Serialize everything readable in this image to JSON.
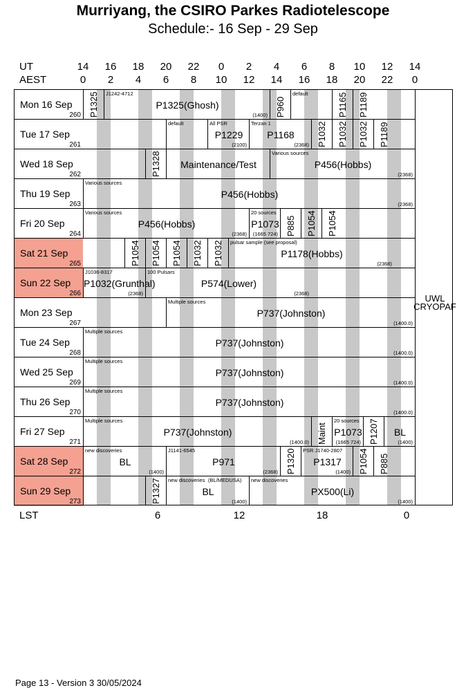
{
  "title": "Murriyang, the CSIRO Parkes Radiotelescope",
  "subtitle": "Schedule:- 16 Sep - 29 Sep",
  "ut_label": "UT",
  "aest_label": "AEST",
  "lst_label": "LST",
  "ut_ticks": [
    "14",
    "16",
    "18",
    "20",
    "22",
    "0",
    "2",
    "4",
    "6",
    "8",
    "10",
    "12",
    "14"
  ],
  "aest_ticks": [
    "0",
    "2",
    "4",
    "6",
    "8",
    "10",
    "12",
    "14",
    "16",
    "18",
    "20",
    "22",
    "0"
  ],
  "lst_ticks": [
    "6",
    "12",
    "18",
    "0"
  ],
  "receiver_note": [
    "UWL",
    "CRYOPAF"
  ],
  "footer": "Page 13 - Version 3  30/05/2024",
  "colors": {
    "weekend": "#f4a192",
    "green": "#98e08c",
    "grey": "#c8c8c8",
    "magenta": "#ee22dd",
    "lavender": "#c8c8f6",
    "pink": "#fac4f4",
    "orange": "#ffbb00"
  },
  "days": [
    {
      "name": "Mon  16 Sep",
      "doy": "260",
      "weekend": false
    },
    {
      "name": "Tue   17 Sep",
      "doy": "261",
      "weekend": false
    },
    {
      "name": "Wed  18 Sep",
      "doy": "262",
      "weekend": false
    },
    {
      "name": "Thu   19 Sep",
      "doy": "263",
      "weekend": false
    },
    {
      "name": "Fri    20 Sep",
      "doy": "264",
      "weekend": false
    },
    {
      "name": "Sat   21 Sep",
      "doy": "265",
      "weekend": true
    },
    {
      "name": "Sun  22 Sep",
      "doy": "266",
      "weekend": true
    },
    {
      "name": "Mon  23 Sep",
      "doy": "267",
      "weekend": false
    },
    {
      "name": "Tue   24 Sep",
      "doy": "268",
      "weekend": false
    },
    {
      "name": "Wed  25 Sep",
      "doy": "269",
      "weekend": false
    },
    {
      "name": "Thu   26 Sep",
      "doy": "270",
      "weekend": false
    },
    {
      "name": "Fri    27 Sep",
      "doy": "271",
      "weekend": false
    },
    {
      "name": "Sat   28 Sep",
      "doy": "272",
      "weekend": true
    },
    {
      "name": "Sun  29 Sep",
      "doy": "273",
      "weekend": true
    }
  ],
  "blocks": [
    {
      "day": 0,
      "start": 0,
      "end": 1,
      "label": "P1325",
      "vertical": true
    },
    {
      "day": 0,
      "start": 1,
      "end": 9,
      "label": "P1325(Ghosh)",
      "note": "J1242-4712",
      "freq": "(1400)"
    },
    {
      "day": 0,
      "start": 9,
      "end": 10,
      "label": "P960",
      "vertical": true
    },
    {
      "day": 0,
      "start": 10,
      "end": 12,
      "label": "",
      "note": "default"
    },
    {
      "day": 0,
      "start": 12,
      "end": 13,
      "label": "P1165",
      "vertical": true
    },
    {
      "day": 0,
      "start": 13,
      "end": 14,
      "label": "P1189",
      "vertical": true
    },
    {
      "day": 1,
      "start": 4,
      "end": 6,
      "label": "",
      "note": "default"
    },
    {
      "day": 1,
      "start": 6,
      "end": 8,
      "label": "P1229",
      "note": "All PSR",
      "freq": "(2100)"
    },
    {
      "day": 1,
      "start": 8,
      "end": 11,
      "label": "P1168",
      "note": "Terzan 1",
      "freq": "(2368)"
    },
    {
      "day": 1,
      "start": 11,
      "end": 12,
      "label": "P1032",
      "vertical": true
    },
    {
      "day": 1,
      "start": 12,
      "end": 13,
      "label": "P1032",
      "vertical": true
    },
    {
      "day": 1,
      "start": 13,
      "end": 14,
      "label": "P1032",
      "vertical": true
    },
    {
      "day": 1,
      "start": 14,
      "end": 15,
      "label": "P1189",
      "vertical": true
    },
    {
      "day": 2,
      "start": 3,
      "end": 4,
      "label": "P1328",
      "vertical": true
    },
    {
      "day": 2,
      "start": 4,
      "end": 9,
      "label": "Maintenance/Test"
    },
    {
      "day": 2,
      "start": 9,
      "end": 16,
      "label": "P456(Hobbs)",
      "note": "Various sources",
      "freq": "(2368)"
    },
    {
      "day": 3,
      "start": 0,
      "end": 16,
      "label": "P456(Hobbs)",
      "note": "Various sources",
      "freq": "(2368)"
    },
    {
      "day": 4,
      "start": 0,
      "end": 8,
      "label": "P456(Hobbs)",
      "note": "Various sources",
      "freq": "(2368)"
    },
    {
      "day": 4,
      "start": 8,
      "end": 9.5,
      "label": "P1073",
      "note": "20 sources",
      "freq": "(1665 724)"
    },
    {
      "day": 4,
      "start": 9.5,
      "end": 10.5,
      "label": "P885",
      "vertical": true
    },
    {
      "day": 4,
      "start": 10.5,
      "end": 11.5,
      "label": "P1054",
      "vertical": true
    },
    {
      "day": 4,
      "start": 11.5,
      "end": 12.5,
      "label": "P1054",
      "vertical": true
    },
    {
      "day": 5,
      "start": 2,
      "end": 3,
      "label": "P1054",
      "vertical": true
    },
    {
      "day": 5,
      "start": 3,
      "end": 4,
      "label": "P1054",
      "vertical": true
    },
    {
      "day": 5,
      "start": 4,
      "end": 5,
      "label": "P1054",
      "vertical": true
    },
    {
      "day": 5,
      "start": 5,
      "end": 6,
      "label": "P1032",
      "vertical": true
    },
    {
      "day": 5,
      "start": 6,
      "end": 7,
      "label": "P1032",
      "vertical": true
    },
    {
      "day": 5,
      "start": 7,
      "end": 15,
      "label": "P1178(Hobbs)",
      "note": "pulsar sample (see proposal)",
      "freq": "(2368)"
    },
    {
      "day": 6,
      "start": 0,
      "end": 3,
      "label": "P1032(Grunthal)",
      "note": "J1036-8317",
      "freq": "(2368)"
    },
    {
      "day": 6,
      "start": 3,
      "end": 11,
      "label": "P574(Lower)",
      "note": "100 Pulsars",
      "freq": "(2368)"
    },
    {
      "day": 7,
      "start": 4,
      "end": 16,
      "label": "P737(Johnston)",
      "note": "Multiple sources",
      "freq": "(1400.0)"
    },
    {
      "day": 8,
      "start": 0,
      "end": 16,
      "label": "P737(Johnston)",
      "note": "Multiple sources",
      "freq": "(1400.0)"
    },
    {
      "day": 9,
      "start": 0,
      "end": 16,
      "label": "P737(Johnston)",
      "note": "Multiple sources",
      "freq": "(1400.0)"
    },
    {
      "day": 10,
      "start": 0,
      "end": 16,
      "label": "P737(Johnston)",
      "note": "Multiple sources",
      "freq": "(1400.0)"
    },
    {
      "day": 11,
      "start": 0,
      "end": 11,
      "label": "P737(Johnston)",
      "note": "Multiple sources",
      "freq": "(1400.0)"
    },
    {
      "day": 11,
      "start": 11,
      "end": 12,
      "label": "Maint",
      "vertical": true
    },
    {
      "day": 11,
      "start": 12,
      "end": 13.5,
      "label": "P1073",
      "note": "20 sources",
      "freq": "(1665 724)"
    },
    {
      "day": 11,
      "start": 13.5,
      "end": 14.5,
      "label": "P1207",
      "vertical": true
    },
    {
      "day": 11,
      "start": 14.5,
      "end": 16,
      "label": "BL",
      "freq": "(1400)"
    },
    {
      "day": 12,
      "start": 0,
      "end": 4,
      "label": "BL",
      "note": "new discoveries",
      "freq": "(1400)"
    },
    {
      "day": 12,
      "start": 4,
      "end": 9.5,
      "label": "P971",
      "note": "J1141-6545",
      "freq": "(2368)"
    },
    {
      "day": 12,
      "start": 9.5,
      "end": 10.5,
      "label": "P1320",
      "vertical": true
    },
    {
      "day": 12,
      "start": 10.5,
      "end": 13,
      "label": "P1317",
      "note": "PSR J1740-2807",
      "freq": "(1400)"
    },
    {
      "day": 12,
      "start": 13,
      "end": 14,
      "label": "P1054",
      "vertical": true
    },
    {
      "day": 12,
      "start": 14,
      "end": 15,
      "label": "P885",
      "vertical": true
    },
    {
      "day": 13,
      "start": 0,
      "end": 3,
      "label": "",
      "note": ""
    },
    {
      "day": 13,
      "start": 3,
      "end": 4,
      "label": "P1327",
      "vertical": true
    },
    {
      "day": 13,
      "start": 4,
      "end": 8,
      "label": "BL",
      "note": "new discoveries",
      "freq": "(1400)",
      "note2": "(BL/MEDUSA)"
    },
    {
      "day": 13,
      "start": 8,
      "end": 16,
      "label": "PX500(Li)",
      "note": "new discoveries",
      "freq": "(1400)"
    }
  ]
}
